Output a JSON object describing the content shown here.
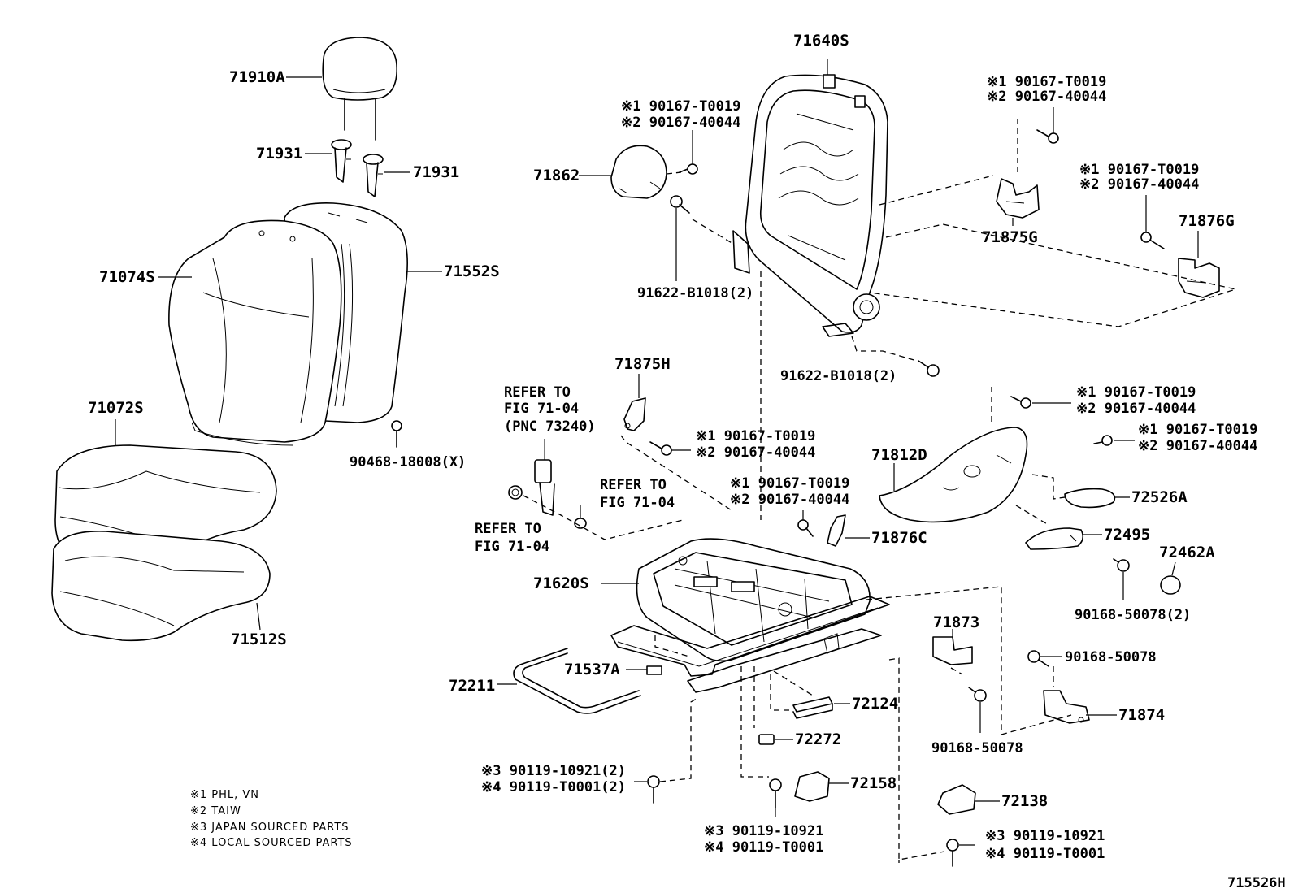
{
  "labels": {
    "p71910A": "71910A",
    "p71931a": "71931",
    "p71931b": "71931",
    "p71074S": "71074S",
    "p71552S": "71552S",
    "p71072S": "71072S",
    "p90468": "90468-18008(X)",
    "p71512S": "71512S",
    "p71640S": "71640S",
    "p71862": "71862",
    "s1_71862": "※1 90167-T0019",
    "s2_71862": "※2 90167-40044",
    "p91622a": "91622-B1018(2)",
    "p91622b": "91622-B1018(2)",
    "s1_71875G": "※1 90167-T0019",
    "s2_71875G": "※2 90167-40044",
    "p71875G": "71875G",
    "s1_71876G": "※1 90167-T0019",
    "s2_71876G": "※2 90167-40044",
    "p71876G": "71876G",
    "p71875H": "71875H",
    "ref1a": "REFER TO",
    "ref1b": "FIG 71-04",
    "ref1c": "(PNC 73240)",
    "ref2a": "REFER TO",
    "ref2b": "FIG 71-04",
    "ref3a": "REFER TO",
    "ref3b": "FIG 71-04",
    "s1_71875H": "※1 90167-T0019",
    "s2_71875H": "※2 90167-40044",
    "s1_71876C": "※1 90167-T0019",
    "s2_71876C": "※2 90167-40044",
    "p71876C": "71876C",
    "s1_71812a": "※1 90167-T0019",
    "s2_71812a": "※2 90167-40044",
    "s1_71812b": "※1 90167-T0019",
    "s2_71812b": "※2 90167-40044",
    "p71812D": "71812D",
    "p72526A": "72526A",
    "p72495": "72495",
    "p72462A": "72462A",
    "p90168_2": "90168-50078(2)",
    "p71620S": "71620S",
    "p71537A": "71537A",
    "p72211": "72211",
    "p71873": "71873",
    "p90168_a": "90168-50078",
    "p90168_b": "90168-50078",
    "p71874": "71874",
    "p72124": "72124",
    "p72272": "72272",
    "p72158": "72158",
    "p72138": "72138",
    "s3_left": "※3 90119-10921(2)",
    "s4_left": "※4 90119-T0001(2)",
    "s3_mid": "※3 90119-10921",
    "s4_mid": "※4 90119-T0001",
    "s3_right": "※3 90119-10921",
    "s4_right": "※4 90119-T0001",
    "fig_id": "715526H"
  },
  "legend": [
    "※1  PHL, VN",
    "※2  TAIW",
    "※3  JAPAN SOURCED PARTS",
    "※4  LOCAL SOURCED PARTS"
  ]
}
